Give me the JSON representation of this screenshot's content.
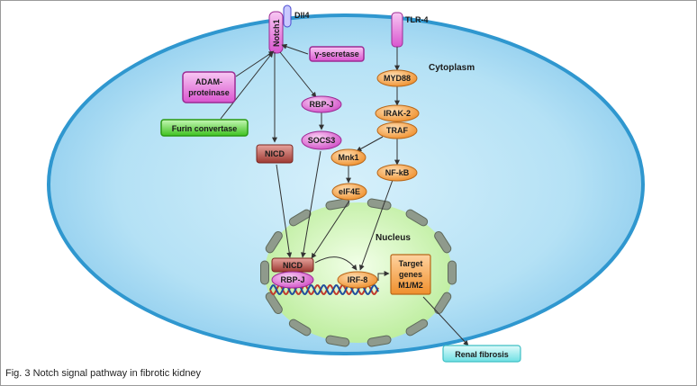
{
  "figure": {
    "caption": "Fig. 3  Notch signal pathway  in fibrotic kidney",
    "compartments": {
      "cytoplasm": "Cytoplasm",
      "nucleus": "Nucleus"
    },
    "receptors": {
      "notch1": "Notch1",
      "dll4": "Dll4",
      "tlr4": "TLR-4"
    },
    "nodes": {
      "gamma_secretase": "γ-secretase",
      "adam_line1": "ADAM-",
      "adam_line2": "proteinase",
      "furin": "Furin convertase",
      "rbpj_cyto": "RBP-J",
      "socs3": "SOCS3",
      "nicd_cyto": "NICD",
      "myd88": "MYD88",
      "irak2": "IRAK-2",
      "traf": "TRAF",
      "mnk1": "Mnk1",
      "nfkb": "NF-kB",
      "eif4e": "eIF4E",
      "nicd_nuc": "NICD",
      "rbpj_nuc": "RBP-J",
      "irf8": "IRF-8",
      "target_line1": "Target",
      "target_line2": "genes",
      "target_line3": "M1/M2",
      "renal_fibrosis": "Renal fibrosis"
    },
    "colors": {
      "cell_fill": "#a9dbf1",
      "cell_stroke": "#3b9fd0",
      "nucleus_fill": "#cdf2b4",
      "orange": "#f5a24a",
      "magenta": "#e36fd9",
      "green_box": "#6ed94f",
      "maroon": "#b14a43",
      "cyan_box": "#9beef0",
      "dna_red": "#c0392b",
      "dna_blue": "#1f4e9c"
    }
  }
}
